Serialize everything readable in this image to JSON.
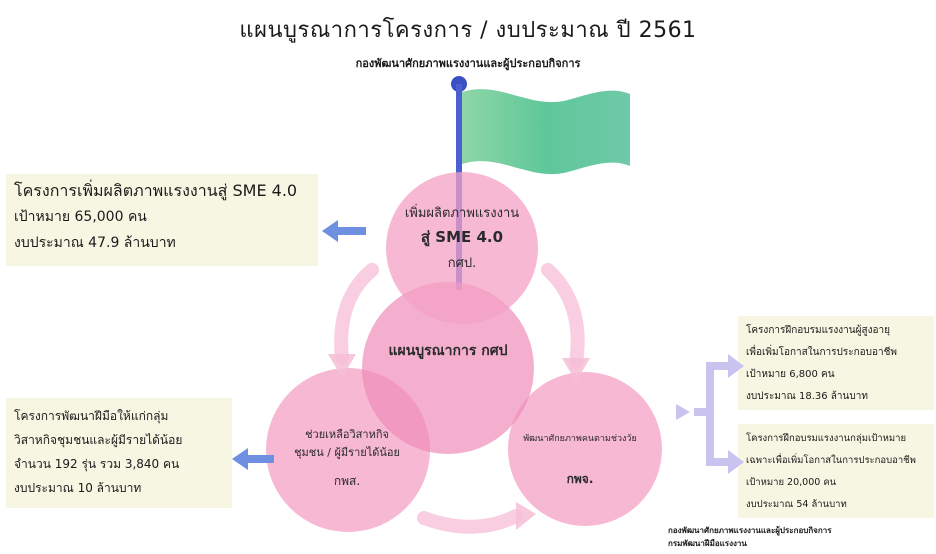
{
  "header": {
    "title": "แผนบูรณาการโครงการ / งบประมาณ ปี 2561",
    "subtitle": "กองพัฒนาศักยภาพแรงงานและผู้ประกอบกิจการ"
  },
  "left_top_box": {
    "line1": "โครงการเพิ่มผลิตภาพแรงงานสู่ SME 4.0",
    "line2": "เป้าหมาย 65,000 คน",
    "line3": "งบประมาณ 47.9 ล้านบาท"
  },
  "left_bottom_box": {
    "line1": "โครงการพัฒนาฝีมือให้แก่กลุ่ม",
    "line2": "วิสาหกิจชุมชนและผู้มีรายได้น้อย",
    "line3": "จำนวน 192 รุ่น รวม 3,840 คน",
    "line4": "งบประมาณ 10 ล้านบาท"
  },
  "right_top_box": {
    "line1": "โครงการฝึกอบรมแรงงานผู้สูงอายุ",
    "line2": "เพื่อเพิ่มโอกาสในการประกอบอาชีพ",
    "line3": "เป้าหมาย 6,800 คน",
    "line4": "งบประมาณ 18.36 ล้านบาท"
  },
  "right_bottom_box": {
    "line1": "โครงการฝึกอบรมแรงงานกลุ่มเป้าหมาย",
    "line2": "เฉพาะเพื่อเพิ่มโอกาสในการประกอบอาชีพ",
    "line3": "เป้าหมาย 20,000 คน",
    "line4": "งบประมาณ 54 ล้านบาท"
  },
  "circles": {
    "top": {
      "line1": "เพิ่มผลิตภาพแรงงาน",
      "line2": "สู่ SME 4.0",
      "abbr": "กศป."
    },
    "center": {
      "label": "แผนบูรณาการ กศป"
    },
    "left": {
      "line1": "ช่วยเหลือวิสาหกิจ",
      "line2": "ชุมชน / ผู้มีรายได้น้อย",
      "abbr": "กพส."
    },
    "right": {
      "line1": "พัฒนาศักยภาพคนตามช่วงวัย",
      "abbr": "กพจ."
    }
  },
  "footnote": {
    "line1": "กองพัฒนาศักยภาพแรงงานและผู้ประกอบกิจการ",
    "line2": "กรมพัฒนาฝีมือแรงงาน"
  },
  "colors": {
    "circle_pink": "#f4a0c4",
    "box_bg": "#f6f6e3",
    "arrow_blue": "#6f8fe0",
    "arrow_lilac": "#c9c3f0",
    "flag_green": "#5fc79a",
    "pole_blue": "#4a5fd0"
  },
  "icons": {
    "flag": "flag-icon",
    "arrows": "arrow-left-icon"
  }
}
